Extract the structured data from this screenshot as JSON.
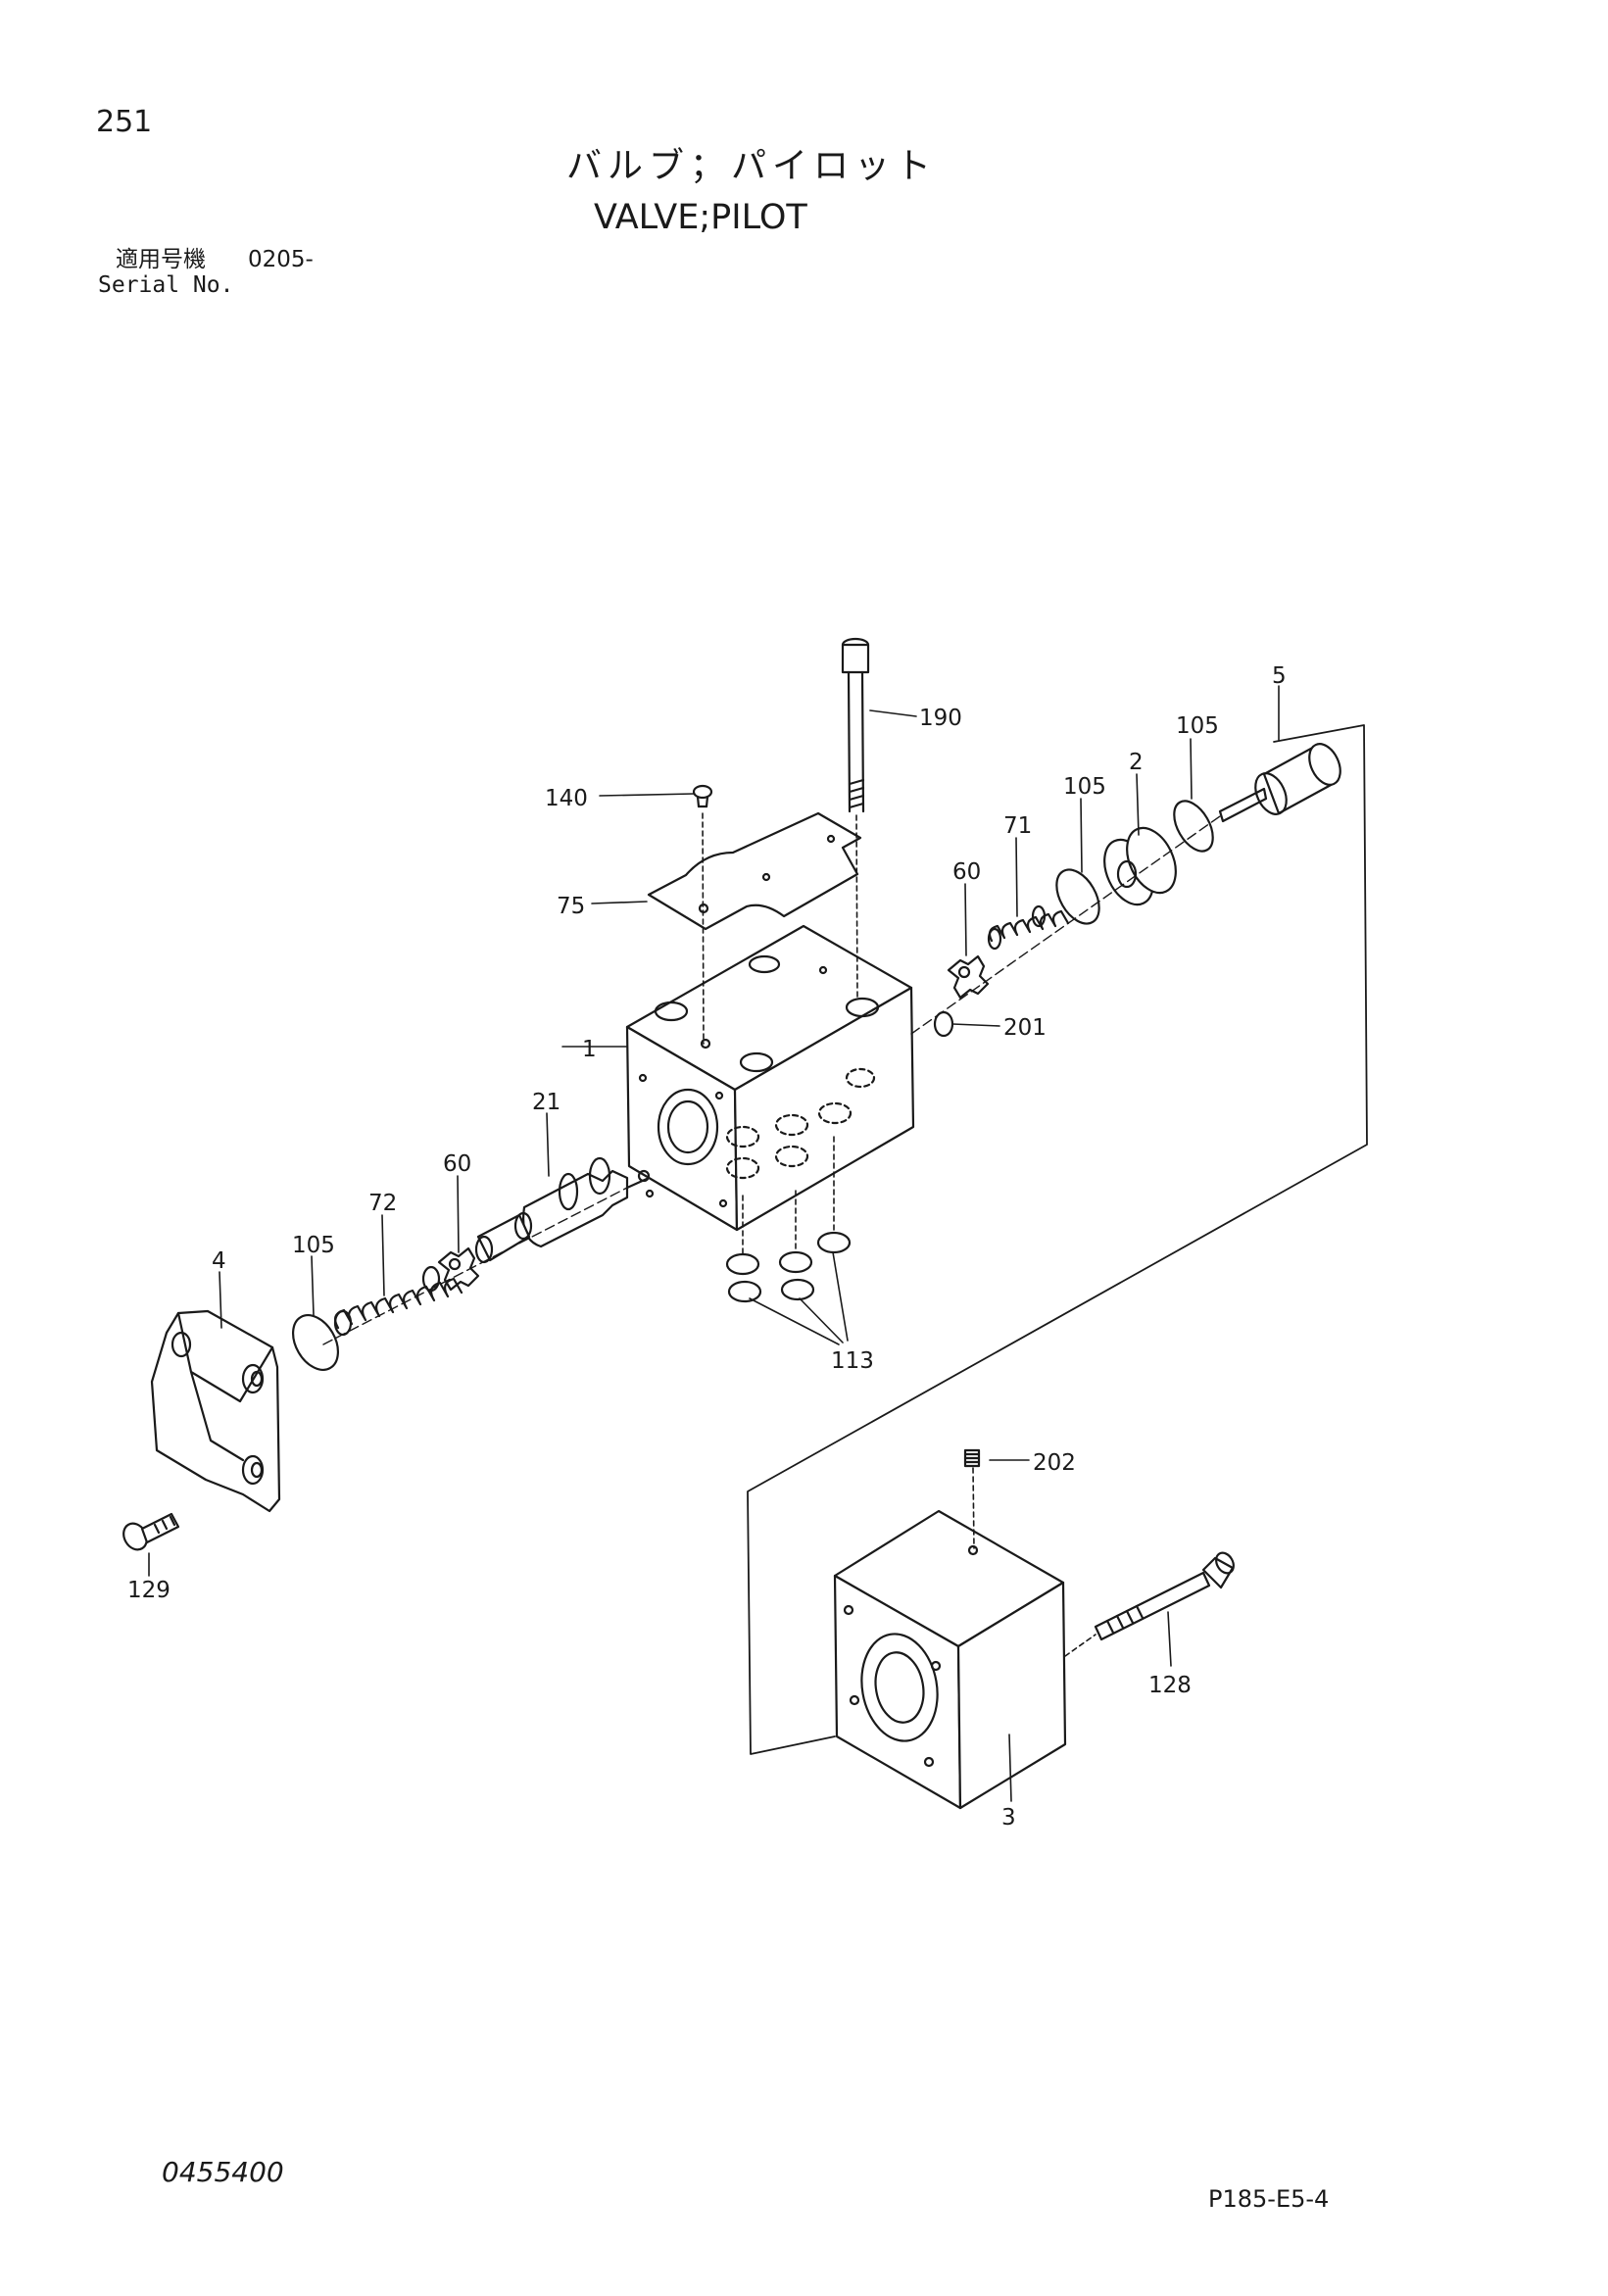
{
  "header": {
    "page_number": "251",
    "title_jp": "バルブ；パイロット",
    "title_en": "VALVE;PILOT",
    "serial_label_jp": "適用号機",
    "serial_value": "0205-",
    "serial_label_en": "Serial No."
  },
  "diagram": {
    "callouts": [
      "1",
      "2",
      "3",
      "4",
      "5",
      "21",
      "60",
      "60",
      "71",
      "72",
      "75",
      "105",
      "105",
      "105",
      "113",
      "128",
      "129",
      "140",
      "190",
      "201",
      "202"
    ]
  },
  "footer": {
    "document_number": "0455400",
    "page_code": "P185-E5-4"
  }
}
